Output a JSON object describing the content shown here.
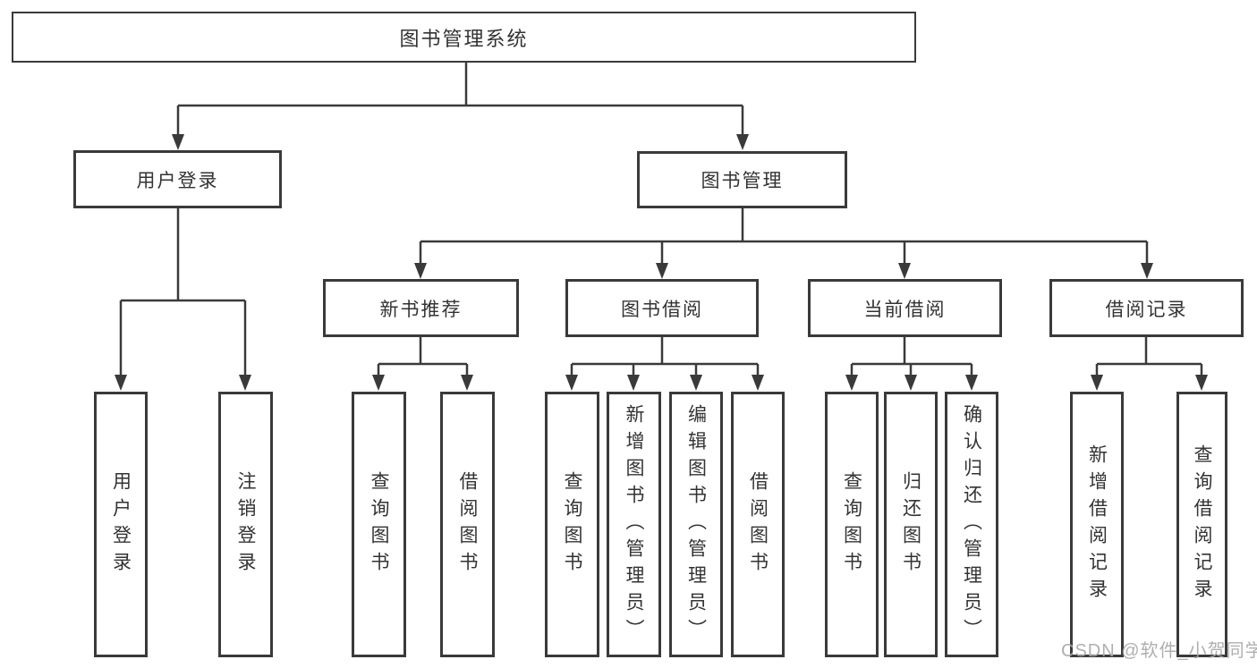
{
  "tree": {
    "root_label": "图书管理系统",
    "branches": [
      {
        "label": "用户登录",
        "leaves": [
          "用户登录",
          "注销登录"
        ]
      },
      {
        "label": "图书管理",
        "groups": [
          {
            "label": "新书推荐",
            "leaves": [
              "查询图书",
              "借阅图书"
            ]
          },
          {
            "label": "图书借阅",
            "leaves": [
              "查询图书",
              "新增图书（管理员）",
              "编辑图书（管理员）",
              "借阅图书"
            ]
          },
          {
            "label": "当前借阅",
            "leaves": [
              "查询图书",
              "归还图书",
              "确认归还（管理员）"
            ]
          },
          {
            "label": "借阅记录",
            "leaves": [
              "新增借阅记录",
              "查询借阅记录"
            ]
          }
        ]
      }
    ]
  },
  "watermark": {
    "text": "CSDN @软件_小贺同学"
  },
  "colors": {
    "line": "#3a3a3a",
    "box_border": "#3a3a3a",
    "box_fill": "#ffffff",
    "text": "#333333",
    "background": "#ffffff",
    "watermark": "#a8a8a8"
  }
}
